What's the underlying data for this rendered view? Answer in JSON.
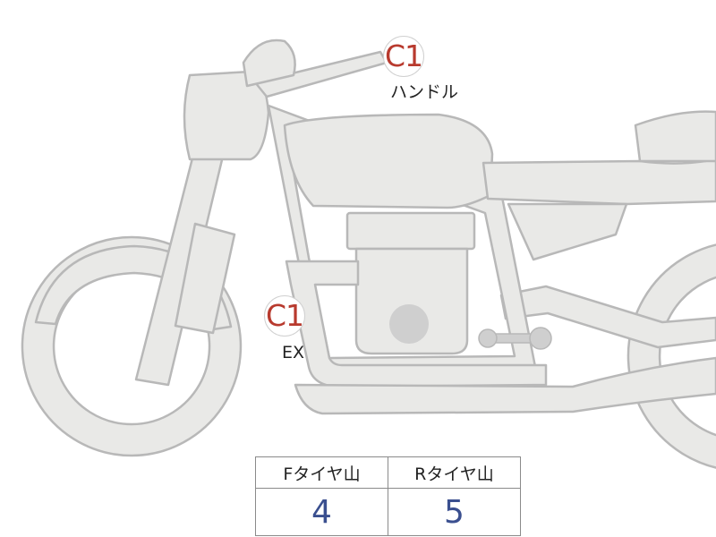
{
  "callouts": {
    "handle": {
      "code": "C1",
      "label": "ハンドル"
    },
    "exhaust": {
      "code": "C1",
      "label": "EX"
    }
  },
  "tire_table": {
    "headers": [
      "Fタイヤ山",
      "Rタイヤ山"
    ],
    "values": [
      "4",
      "5"
    ]
  },
  "colors": {
    "part_fill": "#e9e9e7",
    "part_stroke": "#b8b8b8",
    "code_text": "#b83a2e",
    "value_text": "#3a4f8f"
  }
}
